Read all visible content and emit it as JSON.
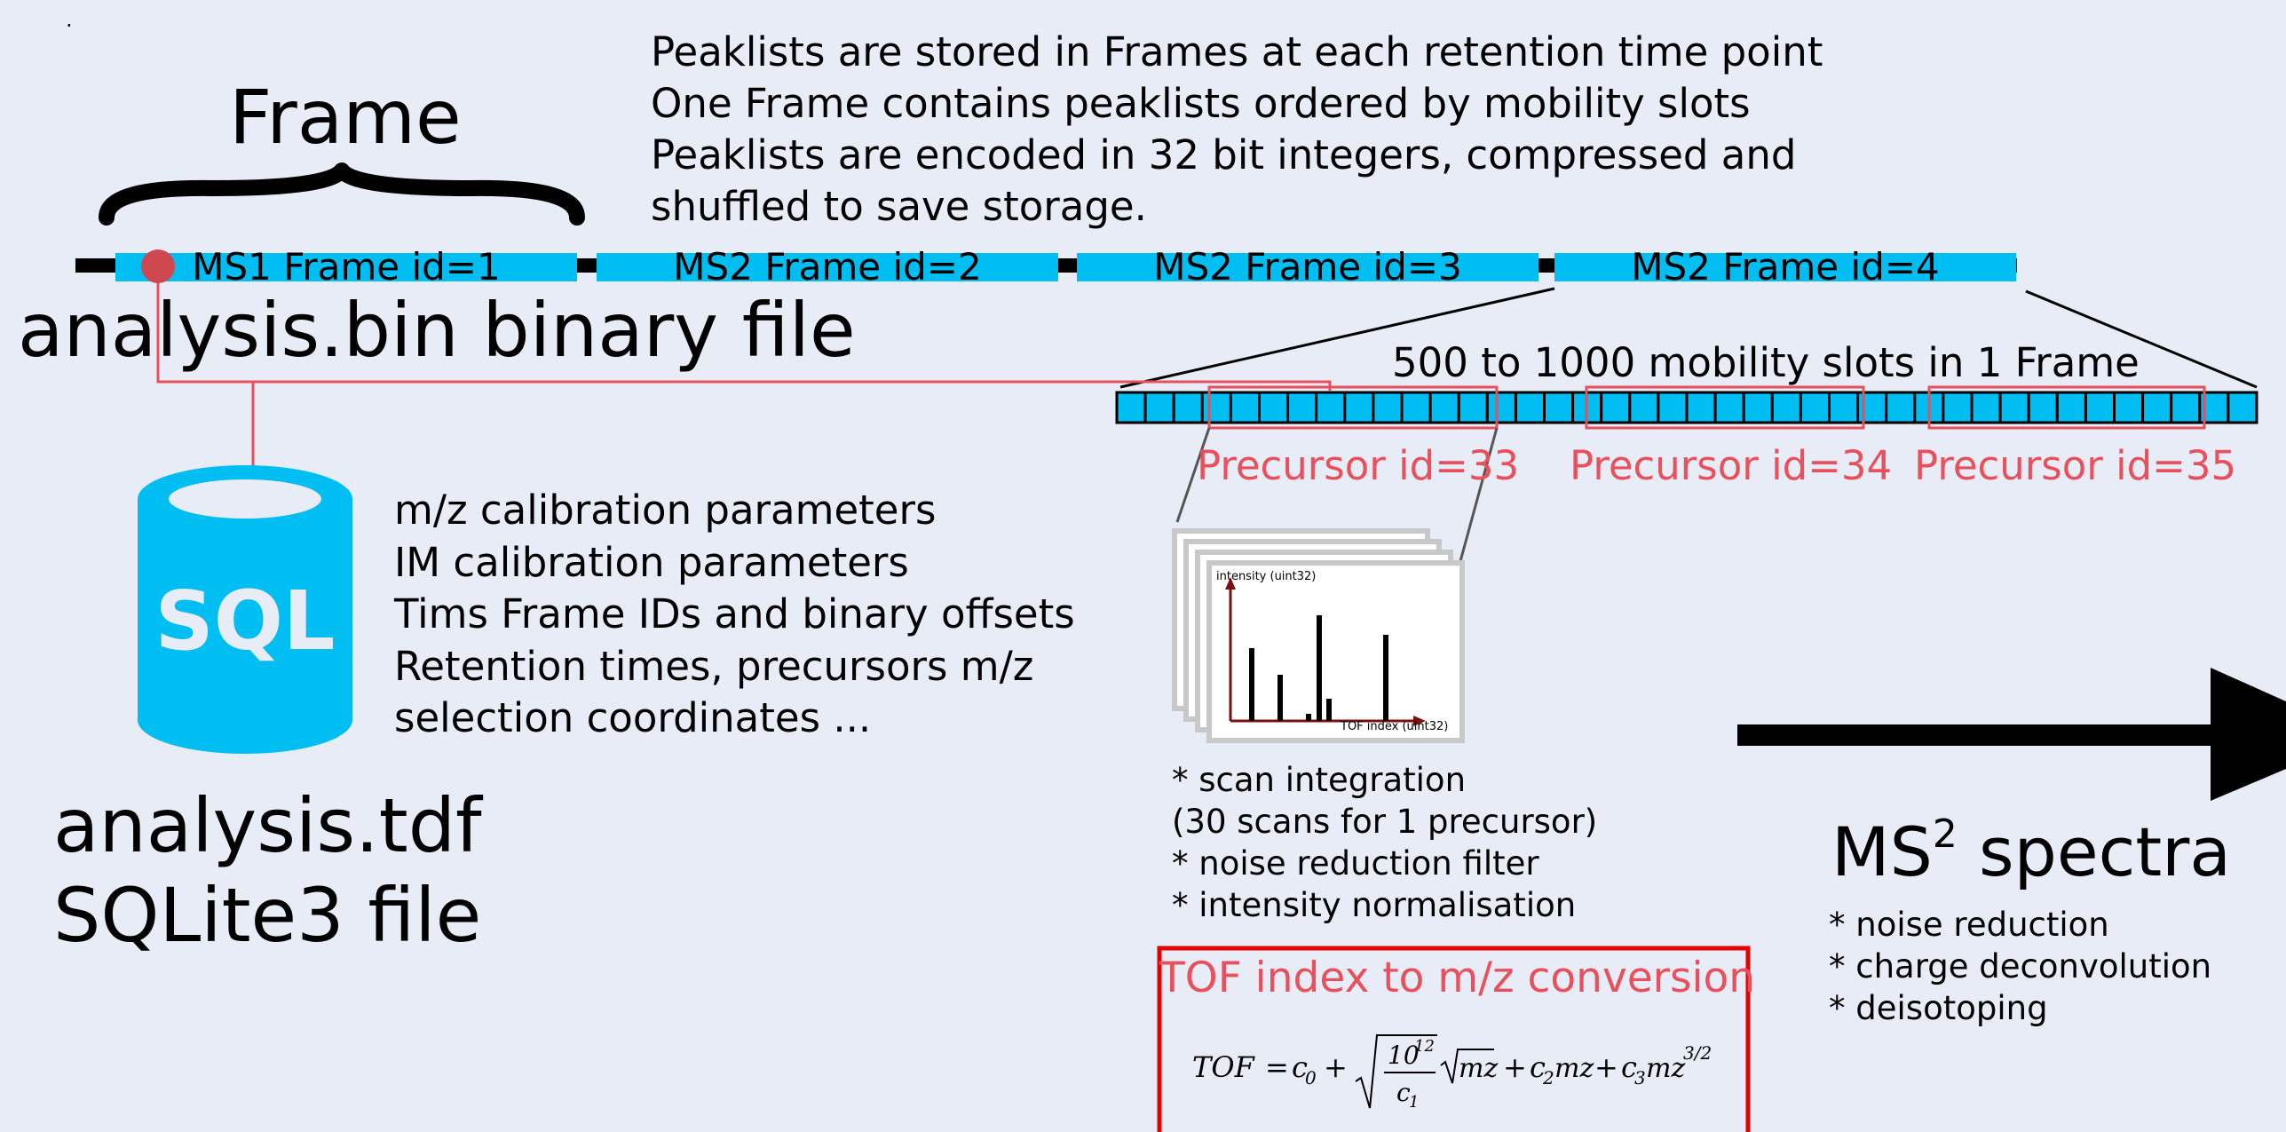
{
  "corner_dot": ".",
  "intro_lines": [
    "Peaklists are stored in Frames at each retention time point",
    "One Frame contains peaklists ordered by mobility slots",
    "Peaklists are encoded in 32 bit integers, compressed and",
    "shuffled to save storage."
  ],
  "frame_brace_label": "Frame",
  "frames": [
    "MS1 Frame id=1",
    "MS2 Frame id=2",
    "MS2 Frame id=3",
    "MS2 Frame id=4"
  ],
  "binary_file_label": "analysis.bin binary file",
  "mobility_label": "500 to 1000 mobility slots in 1 Frame",
  "precursors": [
    "Precursor id=33",
    "Precursor id=34",
    "Precursor id=35"
  ],
  "sql_icon_text": "SQL",
  "sql_items": [
    "m/z calibration parameters",
    "IM calibration parameters",
    "Tims Frame IDs and binary offsets",
    "Retention times, precursors m/z",
    "selection coordinates ..."
  ],
  "tdf_file_label": [
    "analysis.tdf",
    "SQLite3 file"
  ],
  "spectrum_plot": {
    "y_axis_label": "intensity (uint32)",
    "x_axis_label": "TOF index (uint32)"
  },
  "processing_steps": [
    "* scan integration",
    "(30 scans for 1 precursor)",
    "* noise reduction filter",
    "* intensity normalisation"
  ],
  "conversion_title": "TOF index to m/z conversion",
  "ms2": {
    "title_prefix": "MS",
    "title_superscript": "2",
    "title_suffix": " spectra",
    "steps": [
      "* noise reduction",
      "* charge deconvolution",
      "* deisotoping"
    ]
  },
  "colors": {
    "cyan": "#00bdf2",
    "red": "#e8505b",
    "background": "#e8ecf6",
    "arrow": "#000000"
  }
}
